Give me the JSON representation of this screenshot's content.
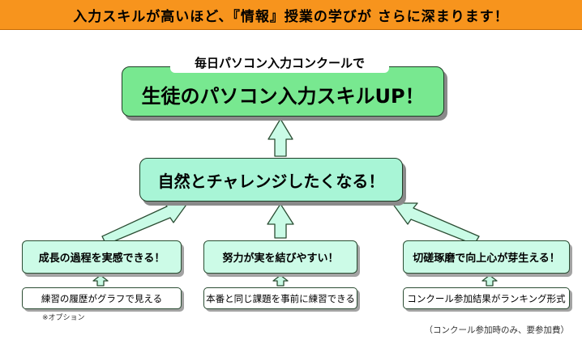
{
  "header": {
    "text": "入力スキルが高いほど、『情報』授業の学びが さらに深まります！"
  },
  "goal": {
    "label": "毎日パソコン入力コンクールで",
    "text": "生徒のパソコン入力スキルUP！"
  },
  "middle": {
    "text": "自然とチャレンジしたくなる！"
  },
  "benefits": [
    "成長の過程を実感できる！",
    "努力が実を結びやすい！",
    "切磋琢磨で向上心が芽生える！"
  ],
  "features": [
    "練習の履歴がグラフで見える",
    "本番と同じ課題を事前に練習できる",
    "コンクール参加結果がランキング形式"
  ],
  "option_note": "※オプション",
  "footnote": "（コンクール参加時のみ、要参加費）",
  "colors": {
    "header": "#f7941d",
    "goal": "#78e890",
    "middle": "#a8f5d6",
    "benefit": "#ccfbe7",
    "arrow": "#c9fbe6"
  }
}
